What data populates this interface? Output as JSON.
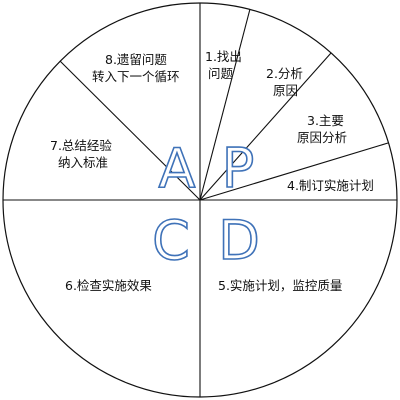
{
  "diagram": {
    "colors": {
      "line": "#111111",
      "letter_stroke": "#3f72b8",
      "text": "#111111",
      "background": "#ffffff"
    },
    "letters": [
      "A",
      "P",
      "C",
      "D"
    ],
    "steps": [
      {
        "number": "1",
        "lines": [
          "1.找出",
          "问题"
        ]
      },
      {
        "number": "2",
        "lines": [
          "2.分析",
          "原因"
        ]
      },
      {
        "number": "3",
        "lines": [
          "3.主要",
          "原因分析"
        ]
      },
      {
        "number": "4",
        "lines": [
          "4.制订实施计划"
        ]
      },
      {
        "number": "5",
        "lines": [
          "5.实施计划，监控质量"
        ]
      },
      {
        "number": "6",
        "lines": [
          "6.检查实施效果"
        ]
      },
      {
        "number": "7",
        "lines": [
          "7.总结经验",
          "纳入标准"
        ]
      },
      {
        "number": "8",
        "lines": [
          "8.遗留问题",
          "转入下一个循环"
        ]
      }
    ]
  }
}
